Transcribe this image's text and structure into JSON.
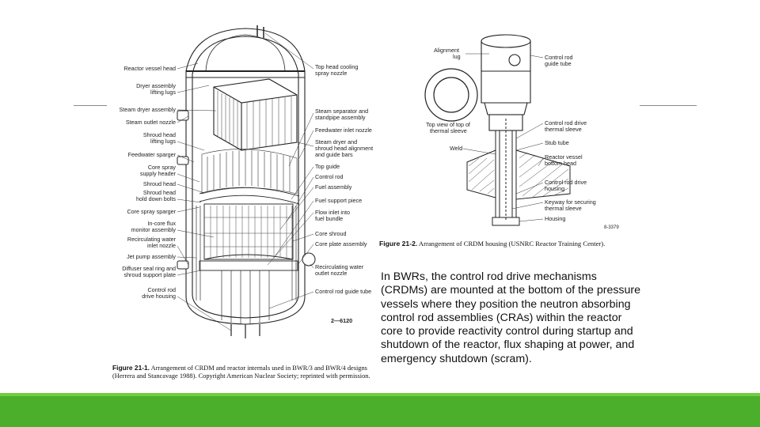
{
  "figure1": {
    "labels_left": [
      "Reactor vessel head",
      "Dryer assembly",
      "lifting lugs",
      "Steam dryer assembly",
      "Steam outlet nozzle",
      "Shroud head",
      "lifting lugs",
      "Feedwater sparger",
      "Core spray",
      "supply header",
      "Shroud head",
      "Shroud head",
      "hold down bolts",
      "Core spray sparger",
      "In-core flux",
      "monitor assembly",
      "Recirculating water",
      "inlet nozzle",
      "Jet pump assembly",
      "Diffuser seal ring and",
      "shroud support plate",
      "Control rod",
      "drive housing"
    ],
    "labels_right": [
      "Top head cooling",
      "spray nozzle",
      "Steam separator and",
      "standpipe assembly",
      "Feedwater inlet nozzle",
      "Steam dryer and",
      "shroud head alignment",
      "and guide bars",
      "Top guide",
      "Control rod",
      "Fuel assembly",
      "Fuel support piece",
      "Flow inlet into",
      "fuel bundle",
      "Core shroud",
      "Core plate assembly",
      "Recirculating water",
      "outlet nozzle",
      "Control rod guide tube"
    ],
    "drawing_id": "2—6120",
    "caption_label": "Figure 21-1.",
    "caption_text": " Arrangement of CRDM and reactor internals used in BWR/3 and BWR/4 designs (Herrera and Stancavage 1988). Copyright American Nuclear Society; reprinted with permission."
  },
  "figure2": {
    "labels": [
      "Alignment",
      "lug",
      "Top view of top of",
      "thermal sleeve",
      "Weld",
      "Control rod",
      "guide tube",
      "Control rod drive",
      "thermal sleeve",
      "Stub tube",
      "Reactor vessel",
      "bottom head",
      "Control rod drive",
      "housing",
      "Keyway for securing",
      "thermal sleeve",
      "Housing"
    ],
    "drawing_id": "8-3379",
    "caption_label": "Figure 21-2.",
    "caption_text": " Arrangement of CRDM housing (USNRC Reactor Training Center)."
  },
  "body_text": "In BWRs, the control rod drive mechanisms (CRDMs) are mounted at the bottom of the pressure vessels where they position the neutron absorbing control rod assemblies (CRAs) within the reactor core to provide reactivity control during startup and shutdown of the reactor, flux shaping at power, and emergency shutdown (scram).",
  "colors": {
    "accent_bar": "#4caf2b",
    "accent_bar_light": "#6fce3f",
    "rule": "#8a8a8a"
  }
}
